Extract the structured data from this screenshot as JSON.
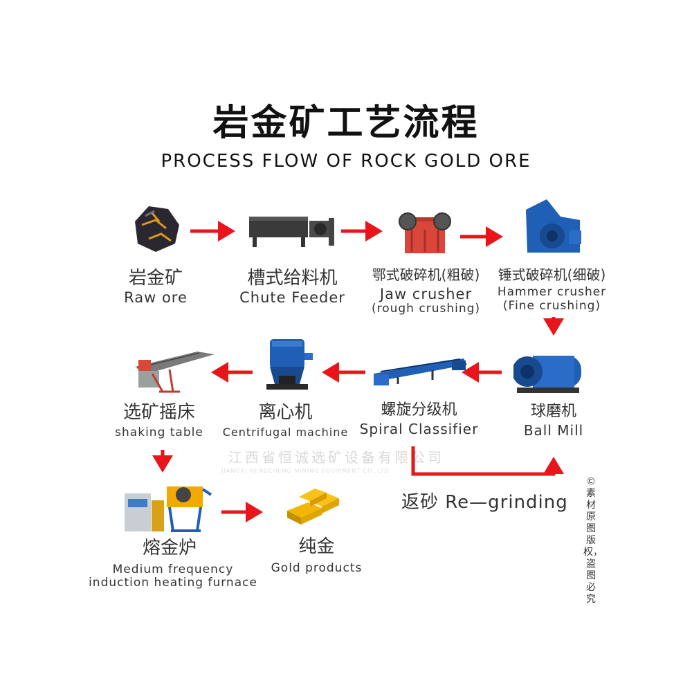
{
  "title_cn": "岩金矿工艺流程",
  "title_en": "PROCESS FLOW OF ROCK  GOLD ORE",
  "steps": {
    "raw_ore": {
      "cn": "岩金矿",
      "en": "Raw ore",
      "icon": "raw-ore-icon"
    },
    "chute_feeder": {
      "cn": "槽式给料机",
      "en": "Chute Feeder",
      "icon": "chute-feeder-icon"
    },
    "jaw_crusher": {
      "cn": "鄂式破碎机(粗破)",
      "en": "Jaw crusher",
      "en2": "(rough crushing)",
      "icon": "jaw-crusher-icon"
    },
    "hammer_crusher": {
      "cn": "锤式破碎机(细破)",
      "en": "Hammer crusher",
      "en2": "(Fine crushing)",
      "icon": "hammer-crusher-icon"
    },
    "ball_mill": {
      "cn": "球磨机",
      "en": "Ball Mill",
      "icon": "ball-mill-icon"
    },
    "spiral_classifier": {
      "cn": "螺旋分级机",
      "en": "Spiral Classifier",
      "icon": "spiral-classifier-icon"
    },
    "centrifugal_machine": {
      "cn": "离心机",
      "en": "Centrifugal machine",
      "icon": "centrifugal-machine-icon"
    },
    "shaking_table": {
      "cn": "选矿摇床",
      "en": "shaking table",
      "icon": "shaking-table-icon"
    },
    "furnace": {
      "cn": "熔金炉",
      "en": "Medium frequency",
      "en2": "induction heating furnace",
      "icon": "furnace-icon"
    },
    "gold": {
      "cn": "纯金",
      "en": "Gold products",
      "icon": "gold-bars-icon"
    }
  },
  "regrind_label": "返砂 Re—grinding",
  "copyright_vertical": "©素材原图版权，盗图必究",
  "watermark_cn": "江西省恒诚选矿设备有限公司",
  "watermark_en": "JIANGXI HENGCHENG MINING EQUIPMENT CO.,LTD",
  "colors": {
    "arrow": "#e8161b",
    "machine_blue": "#1f5fb5",
    "machine_red": "#d9473a",
    "gold": "#f2b705"
  }
}
